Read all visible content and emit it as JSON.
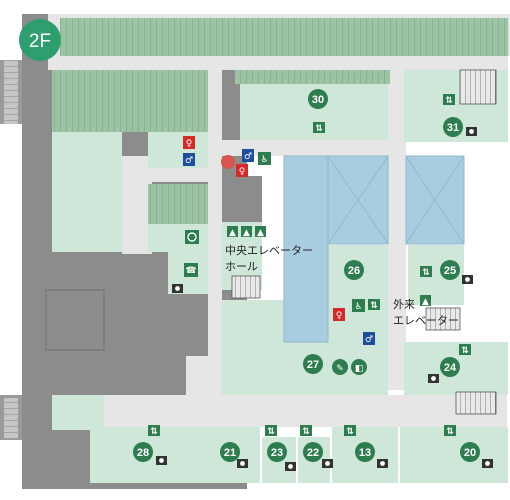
{
  "floor": {
    "label": "2F",
    "color": "#2e9e6f"
  },
  "areas": {
    "central_elevator_hall": [
      "中央エレベーター",
      "ホール"
    ],
    "outpatient_elevator": [
      "外来",
      "エレベーター"
    ]
  },
  "rooms": [
    "30",
    "31",
    "26",
    "25",
    "27",
    "24",
    "28",
    "21",
    "23",
    "22",
    "13",
    "20"
  ],
  "icons": {
    "restroom_male": "restroom-male-icon",
    "restroom_female": "restroom-female-icon",
    "wheelchair": "wheelchair-icon",
    "stairs": "stairs-icon",
    "elevator": "elevator-icon",
    "camera": "camera-icon",
    "current_location": "current-location-marker"
  },
  "colors": {
    "building_dark": "#8a8a8a",
    "stair_green": "#7fb08a",
    "room": "#cfe7d8",
    "corridor": "#e4e4e4",
    "atrium": "#a9cde0",
    "badge": "#2e7d4f",
    "male": "#1f4e9c",
    "female": "#d62a2a",
    "location": "#d9534f"
  }
}
